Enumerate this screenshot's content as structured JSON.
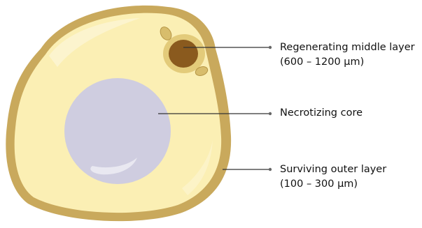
{
  "labels": {
    "middle_layer": {
      "line1": "Regenerating middle layer",
      "line2": "(600 – 1200 µm)"
    },
    "core": {
      "line1": "Necrotizing core"
    },
    "outer_layer": {
      "line1": "Surviving outer layer",
      "line2": "(100 – 300 µm)"
    }
  },
  "colors": {
    "outer_layer": "#c9a95c",
    "middle_layer": "#fbefb4",
    "core": "#cfcde0",
    "nucleus": "#8a5a1e",
    "leader_line": "#333333"
  }
}
